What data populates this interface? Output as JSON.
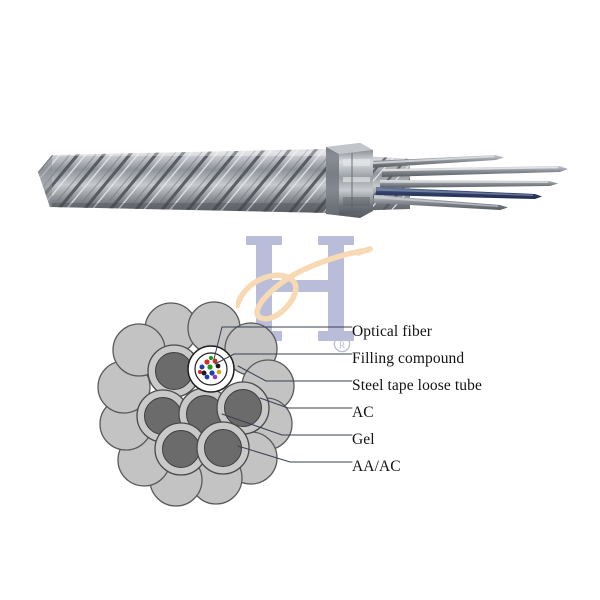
{
  "product": {
    "title": "OPGW optical ground wire cross-section",
    "background_color": "#ffffff"
  },
  "watermark": {
    "letter": "H",
    "registered_mark": "®",
    "letter_color": "#b9bdd9",
    "swoosh_color": "#f7d9b4",
    "mark_color": "#b9bdd9"
  },
  "cable_photo": {
    "name": "stranded-opgw-cable-photograph",
    "strand_color_light": "#d2d4d8",
    "strand_color_mid": "#8d9196",
    "strand_color_dark": "#4d5157",
    "collar_color": "#9aa0a6",
    "fiber_tube_color": "#3c4a72"
  },
  "cross_section": {
    "outer_wire_fill": "#c3c3c3",
    "outer_wire_stroke": "#575757",
    "tube_ring_fill": "#c9c9c9",
    "tube_core_fill": "#6b6b6b",
    "tube_stroke": "#4a4a4a",
    "center_tube_fill": "#ffffff",
    "center_tube_stroke": "#1a1a1a",
    "fiber_colors": [
      "#d42a2a",
      "#1f3fb0",
      "#169c16",
      "#1a1a1a",
      "#d9a21b",
      "#8e3fb0"
    ],
    "outer_wire_count": 12,
    "inner_tube_count": 6,
    "center_tube_count": 1
  },
  "callouts": [
    {
      "id": "optical-fiber",
      "label": "Optical fiber"
    },
    {
      "id": "filling-compound",
      "label": "Filling compound"
    },
    {
      "id": "steel-tape-loose-tube",
      "label": "Steel tape loose tube"
    },
    {
      "id": "ac",
      "label": "AC"
    },
    {
      "id": "gel",
      "label": "Gel"
    },
    {
      "id": "aa-ac",
      "label": "AA/AC"
    }
  ],
  "leader_line": {
    "color": "#3a3f51",
    "width": 1
  }
}
